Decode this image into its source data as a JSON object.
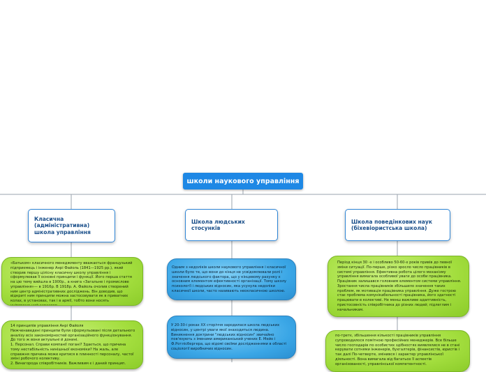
{
  "root": {
    "title": "школи наукового управління"
  },
  "branches": [
    {
      "title": "Класична (адміністративна) школа управління",
      "leaves": [
        "«Батьком» класичного менеджменту вважається французький підприємець і інженер Анрі Файоль (1841—1925 рр.), який створив першу цілісну класичну школу управління і сформулював її основні принципи і функції. Його перша стаття на цю тему вийшла в 1900р., а книга «Загальне і промислове управління»— в 1916р. В 1918р. А. Файоль очолив створений ним центр адміністративних досліджень. Він доводив, що відкриті ним принципи можна застосовувати як в приватних колах, в установах, так і в армії, тобто вони носять універсальний характер.",
        "14 принципів управління Анрі Файоля\nНижченаведені принципи були сформульовані після детального аналізу всіх закономірностей організаційного функціонування. До того ж вони актуальні й донині.\n1. Персонал. Справи компанії погані? Здається, що причина тому нестабільність нинішньої економіки? На жаль, але справжня причина може критися в плинності персоналу, частої зміні робочого колективу.\n2. Винагорода співробітників. Важливим є і даний принцип."
      ]
    },
    {
      "title": "Школа людських стосунків",
      "leaves": [
        "Одним з недоліків школи наукового управління і класичної школи було те, що вони до кінця не усвідомлювали ролі і значення людського фактора, що у кінцевому рахунку є основним елементом ефективності організації. Тому школу психології і людських відносин, яка усунула недоліки класичної школи, часто називають неокласичною школою.",
        "У 20-30-і роках XX сторіччя зародилася школа людських відносин, у центрі уваги якої знаходиться людина. Виникнення доктрини \"людських відносин\" звичайно пов'язують з іменами американський учених Е. Мейо і Ф.Ротлісбергера, що відомі своїми дослідженнями в області соціології виробничих відносин."
      ]
    },
    {
      "title": "Школа поведінкових наук (біхевіористська школа)",
      "leaves": [
        "Період кінця 30 -х і особливо 50-60-х років привів до певної зміни ситуації. По-перше, різко зросло число працівників в системі управління. Ефективна робота цілого механізму управління вимагала особливої уваги до особи працівника. Працівник залишався головним елементом системи управління. Зростання числа працівників збільшило значення таких проблем, як мотивація працівника управління. Дуже гострою стає проблема комунікабельності працівника, його здатності працювати в колективі. Не менш важливе адаптивність, пристосовність співробітника до різних людей; підлеглим і начальникам.",
        "по-третє, збільшення кількості працівників управління супроводилося помітною професійних менеджерів. Все більше число господарів по особистих здібностях виявлялися не в стані керувати сотнями інженерів, бухгалтерів, фінансистів, юристів і так далі По-четверте, змінився і характер управлінської діяльності. Вона вимагала від багатьох її аспектів організованості, управлінської компетентності."
      ]
    }
  ]
}
